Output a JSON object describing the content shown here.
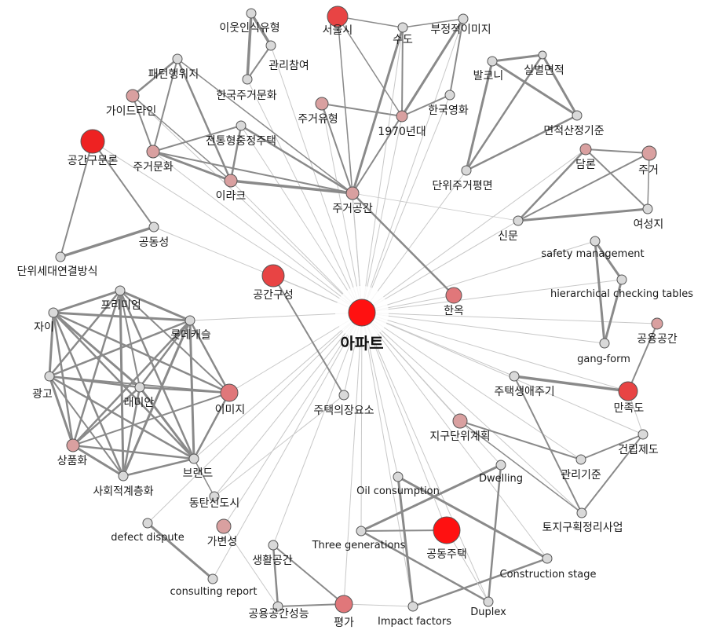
{
  "graph": {
    "colors": {
      "grey": "#d9d9d9",
      "pink": "#d9a0a0",
      "salmon": "#e0777a",
      "red_mid": "#e84444",
      "red": "#ee2222",
      "red_strong": "#ff1111",
      "edge": "#8a8a8a"
    },
    "nodes": [
      {
        "id": "apt",
        "label": "아파트"
      },
      {
        "id": "seoul",
        "label": "서울시"
      },
      {
        "id": "sudo",
        "label": "수도"
      },
      {
        "id": "neg",
        "label": "부정적이미지"
      },
      {
        "id": "neighbor",
        "label": "이웃인식유형"
      },
      {
        "id": "mgmt",
        "label": "관리참여"
      },
      {
        "id": "krhousing",
        "label": "한국주거문화"
      },
      {
        "id": "patterns",
        "label": "패턴행위지"
      },
      {
        "id": "guide",
        "label": "가이드라인"
      },
      {
        "id": "spacetheory",
        "label": "공간구문론"
      },
      {
        "id": "housingculture",
        "label": "주거문화"
      },
      {
        "id": "tradhouse",
        "label": "전통형중정주택"
      },
      {
        "id": "iraq",
        "label": "이라크"
      },
      {
        "id": "housingtype",
        "label": "주거유형"
      },
      {
        "id": "y1970",
        "label": "1970년대"
      },
      {
        "id": "krfilm",
        "label": "한국영화"
      },
      {
        "id": "balcony",
        "label": "발코니"
      },
      {
        "id": "roomarea",
        "label": "실별면적"
      },
      {
        "id": "areacrit",
        "label": "면적산정기준"
      },
      {
        "id": "unitplan",
        "label": "단위주거평면"
      },
      {
        "id": "housingspace",
        "label": "주거공간"
      },
      {
        "id": "discourse",
        "label": "담론"
      },
      {
        "id": "jugeo",
        "label": "주거"
      },
      {
        "id": "newspaper",
        "label": "신문"
      },
      {
        "id": "women",
        "label": "여성지"
      },
      {
        "id": "community",
        "label": "공동성"
      },
      {
        "id": "unitconn",
        "label": "단위세대연결방식"
      },
      {
        "id": "spacecomp",
        "label": "공간구성"
      },
      {
        "id": "hanok",
        "label": "한옥"
      },
      {
        "id": "safety",
        "label": "safety management"
      },
      {
        "id": "hct",
        "label": "hierarchical checking tables"
      },
      {
        "id": "pubspace",
        "label": "공용공간"
      },
      {
        "id": "gangform",
        "label": "gang-form"
      },
      {
        "id": "premium",
        "label": "프리미엄"
      },
      {
        "id": "xi",
        "label": "자이"
      },
      {
        "id": "lottecastle",
        "label": "롯데캐슬"
      },
      {
        "id": "ad",
        "label": "광고"
      },
      {
        "id": "raemian",
        "label": "래미안"
      },
      {
        "id": "image",
        "label": "이미지"
      },
      {
        "id": "commod",
        "label": "상품화"
      },
      {
        "id": "brand",
        "label": "브랜드"
      },
      {
        "id": "strat",
        "label": "사회적계층화"
      },
      {
        "id": "dongtan",
        "label": "동탄신도시"
      },
      {
        "id": "housingelem",
        "label": "주택의장요소"
      },
      {
        "id": "lifecycle",
        "label": "주택생애주기"
      },
      {
        "id": "satisfaction",
        "label": "만족도"
      },
      {
        "id": "districtplan",
        "label": "지구단위계획"
      },
      {
        "id": "buildinglaw",
        "label": "건립제도"
      },
      {
        "id": "mgmtcrit",
        "label": "관리기준"
      },
      {
        "id": "landreadj",
        "label": "토지구획정리사업"
      },
      {
        "id": "oil",
        "label": "Oil consumption"
      },
      {
        "id": "dwelling",
        "label": "Dwelling"
      },
      {
        "id": "threegen",
        "label": "Three generations"
      },
      {
        "id": "publichousing",
        "label": "공동주택"
      },
      {
        "id": "conststage",
        "label": "Construction stage"
      },
      {
        "id": "defect",
        "label": "defect dispute"
      },
      {
        "id": "variable",
        "label": "가변성"
      },
      {
        "id": "consulting",
        "label": "consulting report"
      },
      {
        "id": "livingspace",
        "label": "생활공간"
      },
      {
        "id": "pubspaceperf",
        "label": "공용공간성능"
      },
      {
        "id": "eval",
        "label": "평가"
      },
      {
        "id": "impact",
        "label": "Impact factors"
      },
      {
        "id": "duplex",
        "label": "Duplex"
      }
    ]
  }
}
